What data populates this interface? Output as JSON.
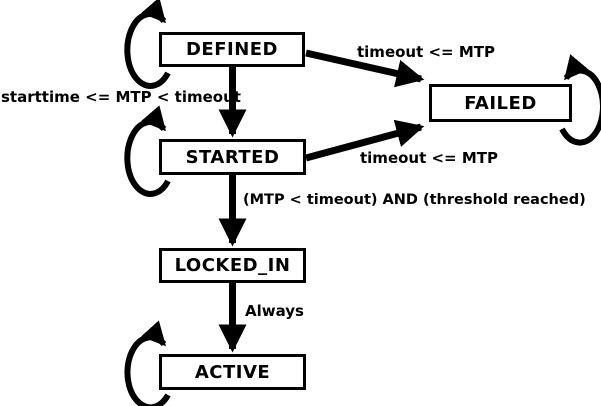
{
  "diagram": {
    "title": "state machine diagram",
    "background_color": "#ffffff",
    "line_color": "#000000",
    "states": {
      "defined": {
        "label": "DEFINED",
        "self_loop": true
      },
      "started": {
        "label": "STARTED",
        "self_loop": true
      },
      "failed": {
        "label": "FAILED",
        "self_loop": true
      },
      "locked_in": {
        "label": "LOCKED_IN",
        "self_loop": false
      },
      "active": {
        "label": "ACTIVE",
        "self_loop": true
      }
    },
    "transitions": {
      "defined_to_started": {
        "from": "DEFINED",
        "to": "STARTED",
        "label": "starttime <= MTP < timeout"
      },
      "defined_to_failed": {
        "from": "DEFINED",
        "to": "FAILED",
        "label": "timeout <= MTP"
      },
      "started_to_failed": {
        "from": "STARTED",
        "to": "FAILED",
        "label": "timeout <= MTP"
      },
      "started_to_locked_in": {
        "from": "STARTED",
        "to": "LOCKED_IN",
        "label": "(MTP < timeout) AND (threshold reached)"
      },
      "locked_in_to_active": {
        "from": "LOCKED_IN",
        "to": "ACTIVE",
        "label": "Always"
      }
    }
  }
}
